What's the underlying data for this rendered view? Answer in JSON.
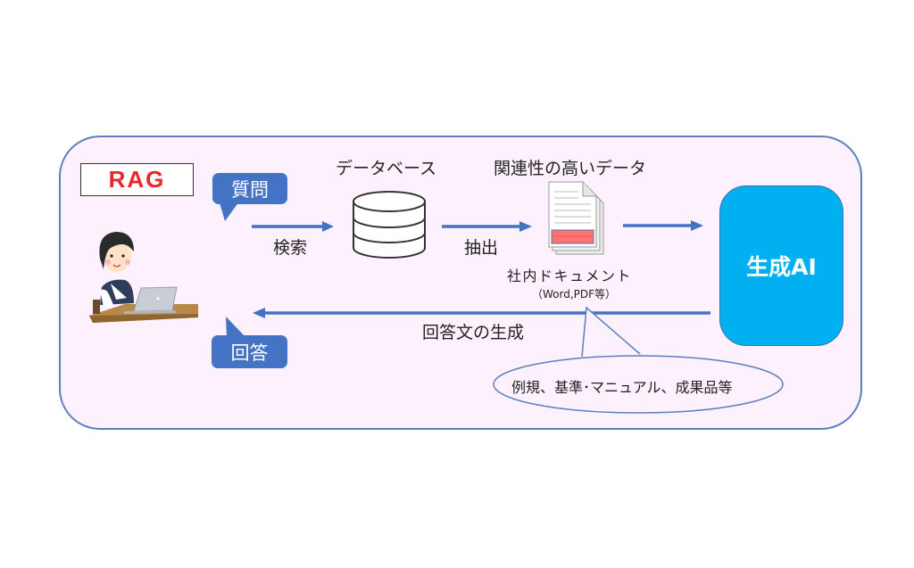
{
  "diagram": {
    "title": "RAG",
    "question_bubble": "質問",
    "answer_bubble": "回答",
    "search_label": "検索",
    "extract_label": "抽出",
    "database_label": "データベース",
    "relevant_data_label": "関連性の高いデータ",
    "document_label": "社内ドキュメント",
    "document_sub_label": "（Word,PDF等）",
    "ai_label": "生成AI",
    "generate_label": "回答文の生成",
    "callout_text": "例規、基準･マニュアル、成果品等"
  },
  "colors": {
    "frame_border": "#5b7fbf",
    "frame_fill": "#fdf1fd",
    "arrow": "#4472c4",
    "bubble": "#4472c4",
    "ai_box": "#00b0f0",
    "rag_text": "#e8262b",
    "highlight": "#ff7272"
  }
}
